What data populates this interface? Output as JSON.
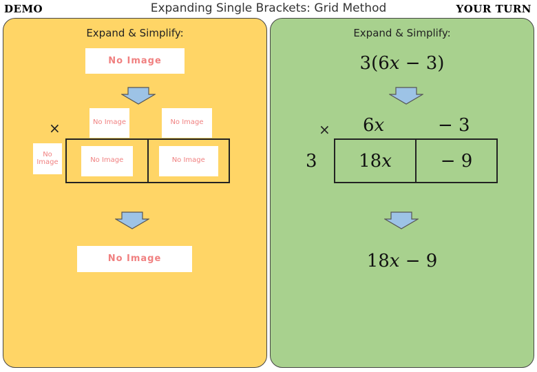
{
  "header": {
    "left_label": "DEMO",
    "title": "Expanding Single Brackets: Grid Method",
    "right_label": "YOUR TURN"
  },
  "demo": {
    "instruction": "Expand & Simplify:",
    "placeholder_text": "No Image",
    "times_symbol": "×"
  },
  "your_turn": {
    "instruction": "Expand & Simplify:",
    "expression": "3(6𝑥 − 3)",
    "times_symbol": "×",
    "multiplier": "3",
    "column_headers": [
      "6𝑥",
      "− 3"
    ],
    "cells": [
      "18𝑥",
      "− 9"
    ],
    "answer": "18𝑥 − 9"
  },
  "colors": {
    "demo_panel": "#ffd566",
    "your_turn_panel": "#a8d18e",
    "arrow_fill": "#9dc3e6",
    "placeholder_text": "#f08080"
  }
}
